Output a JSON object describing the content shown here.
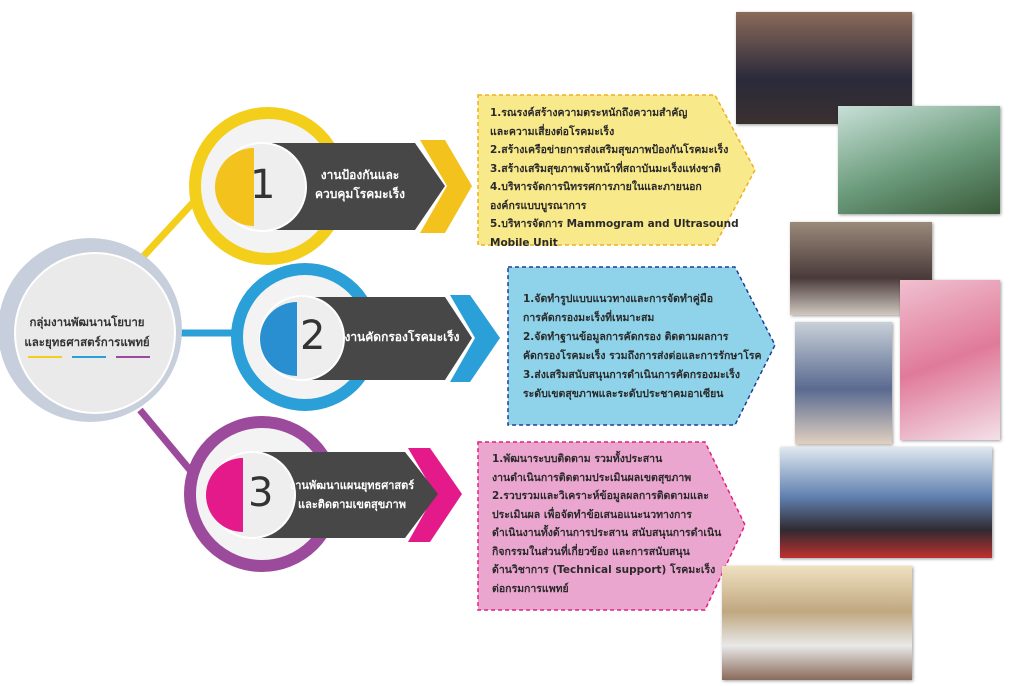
{
  "center": {
    "title_line1": "กลุ่มงานพัฒนานโยบาย",
    "title_line2": "และยุทธศาสตร์การแพทย์"
  },
  "colors": {
    "yellow": "#f3cf1c",
    "blue": "#2a9fd8",
    "purple": "#9c4a9c",
    "magenta": "#e4198a",
    "dark": "#474747"
  },
  "items": [
    {
      "number": "1",
      "label_line1": "งานป้องกันและ",
      "label_line2": "ควบคุมโรคมะเร็ง",
      "box_color": "#f8e98a",
      "border_color": "#f0b020",
      "lines": [
        "1.รณรงค์สร้างความตระหนักถึงความสำคัญ",
        "และความเสี่ยงต่อโรคมะเร็ง",
        "2.สร้างเครือข่ายการส่งเสริมสุขภาพป้องกันโรคมะเร็ง",
        "3.สร้างเสริมสุขภาพเจ้าหน้าที่สถาบันมะเร็งแห่งชาติ",
        "4.บริหารจัดการนิทรรศการภายในและภายนอก",
        "องค์กรแบบบูรณาการ",
        "5.บริหารจัดการ Mammogram and Ultrasound",
        "Mobile Unit"
      ]
    },
    {
      "number": "2",
      "label_line1": "งานคัดกรองโรคมะเร็ง",
      "label_line2": "",
      "box_color": "#8ed3ea",
      "border_color": "#1f3f95",
      "lines": [
        "1.จัดทำรูปแบบแนวทางและการจัดทำคู่มือ",
        "การคัดกรองมะเร็งที่เหมาะสม",
        "2.จัดทำฐานข้อมูลการคัดกรอง ติดตามผลการ",
        "คัดกรองโรคมะเร็ง รวมถึงการส่งต่อและการรักษาโรค",
        "3.ส่งเสริมสนับสนุนการดำเนินการคัดกรองมะเร็ง",
        "ระดับเขตสุขภาพและระดับประชาคมอาเซียน"
      ]
    },
    {
      "number": "3",
      "label_line1": "งานพัฒนาแผนยุทธศาสตร์",
      "label_line2": "และติดตามเขตสุขภาพ",
      "box_color": "#eba6d0",
      "border_color": "#e0207f",
      "lines": [
        "1.พัฒนาระบบติดตาม  รวมทั้งประสาน",
        "งานดำเนินการติดตามประเมินผลเขตสุขภาพ",
        "2.รวบรวมและวิเคราะห์ข้อมูลผลการติดตามและ",
        "ประเมินผล เพื่อจัดทำข้อเสนอแนะนวทางการ",
        "ดำเนินงานทั้งด้านการประสาน สนับสนุนการดำเนิน",
        "กิจกรรมในส่วนที่เกี่ยวข้อง และการสนับสนุน",
        "ด้านวิชาการ (Technical support) โรคมะเร็ง",
        "ต่อกรมการแพทย์"
      ]
    }
  ]
}
